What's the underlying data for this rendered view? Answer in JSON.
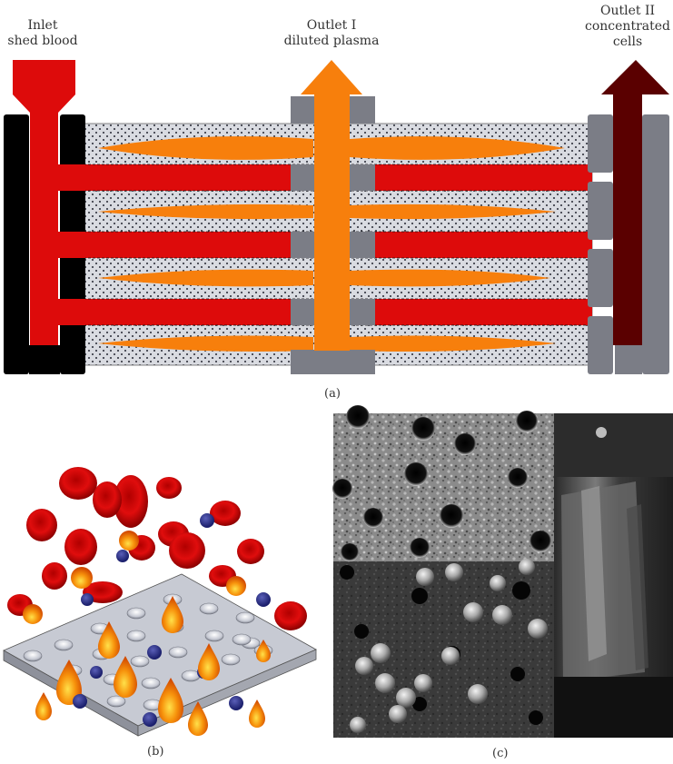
{
  "panel_a": {
    "inlet_label_line1": "Inlet",
    "inlet_label_line2": "shed blood",
    "outlet1_label_line1": "Outlet I",
    "outlet1_label_line2": "diluted plasma",
    "outlet2_label_line1": "Outlet II",
    "outlet2_label_line2": "concentrated",
    "outlet2_label_line3": "cells",
    "caption": "(a)"
  },
  "panel_b": {
    "caption": "(b)"
  },
  "panel_c": {
    "caption": "(c)"
  },
  "colors": {
    "blood_red": "#dd0b0b",
    "plasma_orange": "#f77f0c",
    "concentrated_dark": "#5a0000",
    "membrane_gray": "#7b7d86",
    "frame_black": "#000000",
    "dotted_fill": "#d6d8de"
  }
}
